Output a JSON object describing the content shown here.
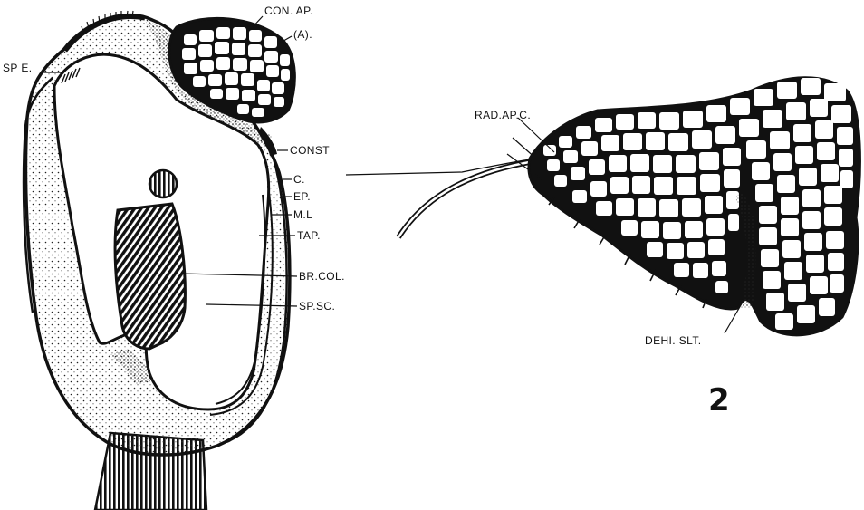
{
  "figure_number": "2",
  "labels": {
    "con_ap": "CON. AP.",
    "a": "(A).",
    "sp_e": "SP E.",
    "const": "CONST",
    "c": "C.",
    "ep": "EP.",
    "ml": "M.L",
    "tap": "TAP.",
    "br_col": "BR.COL.",
    "sp_sc": "SP.SC.",
    "rad_ap_c": "RAD.AP.C.",
    "dehi_slt": "DEHI. SLT."
  }
}
